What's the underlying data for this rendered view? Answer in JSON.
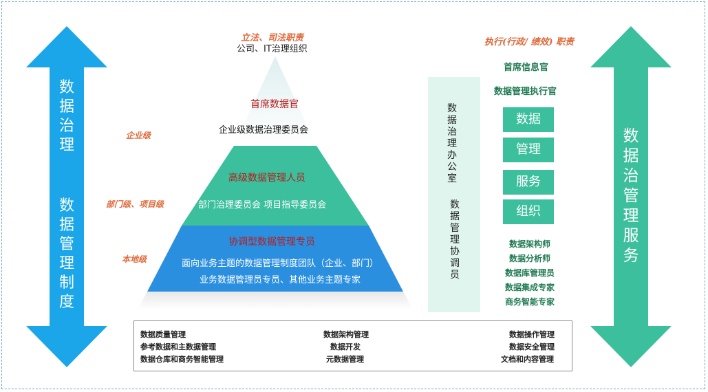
{
  "left_arrow": {
    "governance": "数据治理",
    "management_system": "数据管理制度",
    "color": "#1aa6e8"
  },
  "right_arrow": {
    "text": "数据治管理服务",
    "color": "#3cbf9c"
  },
  "pyramid": {
    "top_label_red": "立法、司法职责",
    "top_label_black": "公司、IT治理组织",
    "levels": [
      {
        "side_label": "企业级",
        "title": "首席数据官",
        "lines": [
          "企业级数据治理委员会"
        ],
        "color": "#ffffff"
      },
      {
        "side_label": "部门级、项目级",
        "title": "高级数据管理人员",
        "lines": [
          "部门治理委员会  项目指导委员会"
        ],
        "color": "#3cbf9c"
      },
      {
        "side_label": "本地级",
        "title": "协调型数据管理专员",
        "lines": [
          "面向业务主题的数据管理制度团队（企业、部门）",
          "业务数据管理员专员、其他业务主题专家"
        ],
        "color": "#2b8fe0"
      }
    ]
  },
  "office": {
    "col1": "数据治理办公室",
    "col2": "数据管理协调员"
  },
  "executive": {
    "header": "执行(行政/ 绩效) 职责",
    "roles": [
      "首席信息官",
      "数据管理执行官"
    ],
    "boxes": [
      "数据",
      "管理",
      "服务",
      "组织"
    ],
    "specialists": [
      "数据架构师",
      "数据分析师",
      "数据库管理员",
      "数据集成专家",
      "商务智能专家"
    ]
  },
  "functions": {
    "col1": [
      "数据质量管理",
      "参考数据和主数据管理",
      "数据仓库和商务智能管理"
    ],
    "col2": [
      "数据架构管理",
      "数据开发",
      "元数据管理"
    ],
    "col3": [
      "数据操作管理",
      "数据安全管理",
      "文档和内容管理"
    ]
  }
}
